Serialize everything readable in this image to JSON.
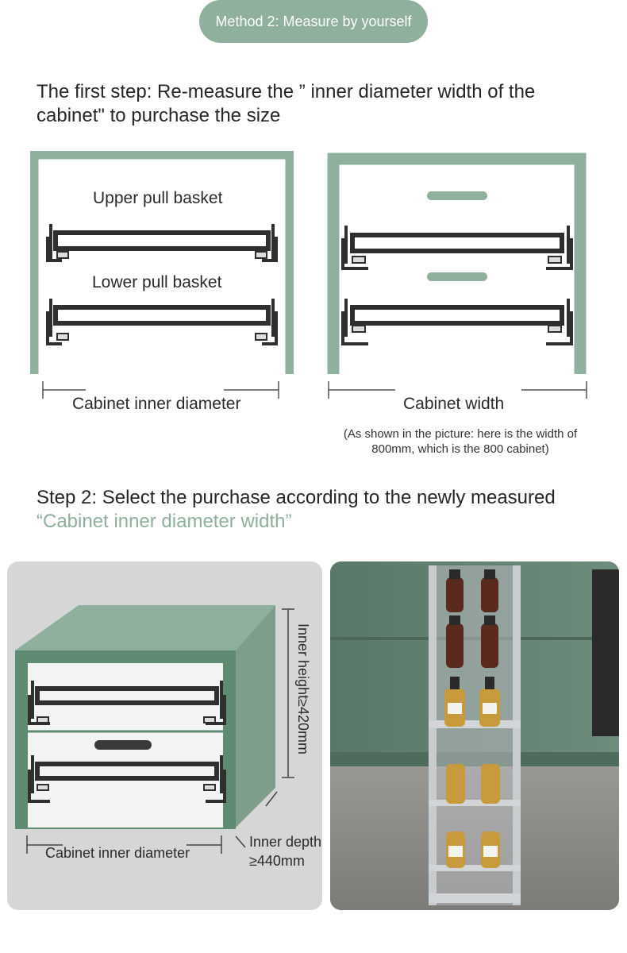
{
  "header": {
    "method_label": "Method 2: Measure by yourself"
  },
  "step1": {
    "title": "The first step: Re-measure the ” inner diameter width of the cabinet\" to purchase the size",
    "left_diagram": {
      "upper_label": "Upper pull basket",
      "lower_label": "Lower pull basket",
      "dimension_label": "Cabinet inner diameter"
    },
    "right_diagram": {
      "dimension_label": "Cabinet width",
      "note": "(As shown in the picture: here is the width of 800mm, which is the 800 cabinet)"
    }
  },
  "step2": {
    "title_prefix": "Step 2: Select the purchase according to the newly measured",
    "title_highlight": "“Cabinet inner diameter width”",
    "cabinet_3d": {
      "inner_height_label": "Inner height≥420mm",
      "inner_depth_label": "Inner depth",
      "inner_depth_value": "≥440mm",
      "width_label": "Cabinet inner diameter"
    }
  },
  "colors": {
    "accent_green": "#8fb09c",
    "frame_green": "#8fb09c",
    "basket_dark": "#2f2f2f",
    "panel_gray": "#d6d6d6"
  }
}
